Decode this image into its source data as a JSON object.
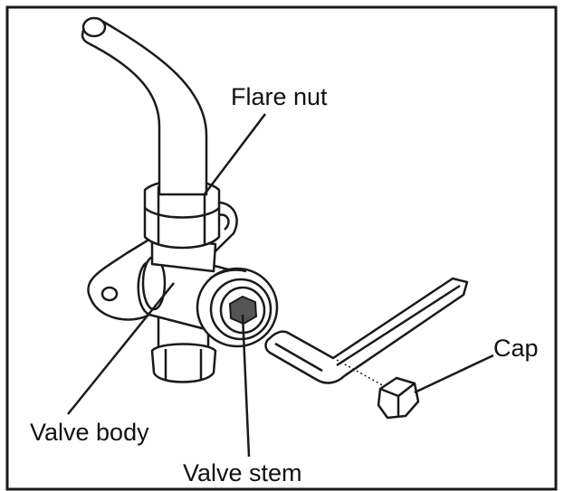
{
  "labels": {
    "flare_nut": "Flare nut",
    "cap": "Cap",
    "valve_body": "Valve body",
    "valve_stem": "Valve stem"
  },
  "colors": {
    "line": "#1a1a1a",
    "fill": "#ffffff",
    "stem_socket": "#555555"
  },
  "icons": [
    "pipe-icon",
    "flare-nut-icon",
    "valve-body-icon",
    "mounting-bracket-icon",
    "valve-stem-icon",
    "hex-wrench-icon",
    "cap-icon"
  ]
}
